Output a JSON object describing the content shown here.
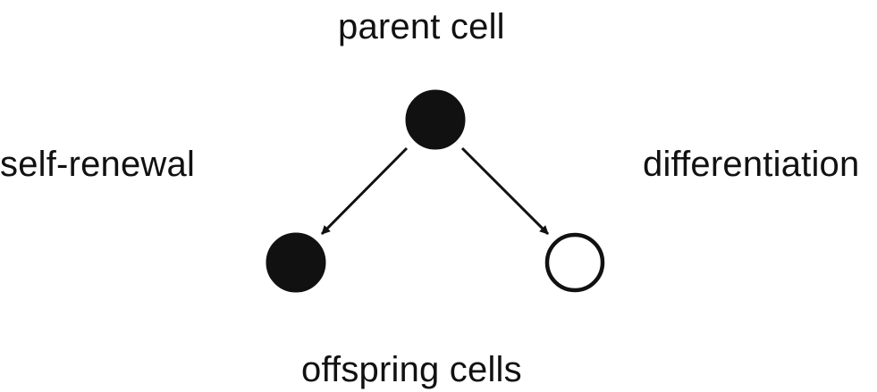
{
  "diagram": {
    "labels": {
      "parent": "parent cell",
      "self_renewal": "self-renewal",
      "differentiation": "differentiation",
      "offspring": "offspring cells"
    },
    "nodes": [
      {
        "id": "parent-cell",
        "fill": "#111111",
        "filled": true
      },
      {
        "id": "offspring-self-renewal",
        "fill": "#111111",
        "filled": true
      },
      {
        "id": "offspring-differentiated",
        "fill": "#ffffff",
        "filled": false
      }
    ],
    "edges": [
      {
        "from": "parent-cell",
        "to": "offspring-self-renewal"
      },
      {
        "from": "parent-cell",
        "to": "offspring-differentiated"
      }
    ],
    "colors": {
      "ink": "#111111",
      "background": "#ffffff"
    }
  }
}
